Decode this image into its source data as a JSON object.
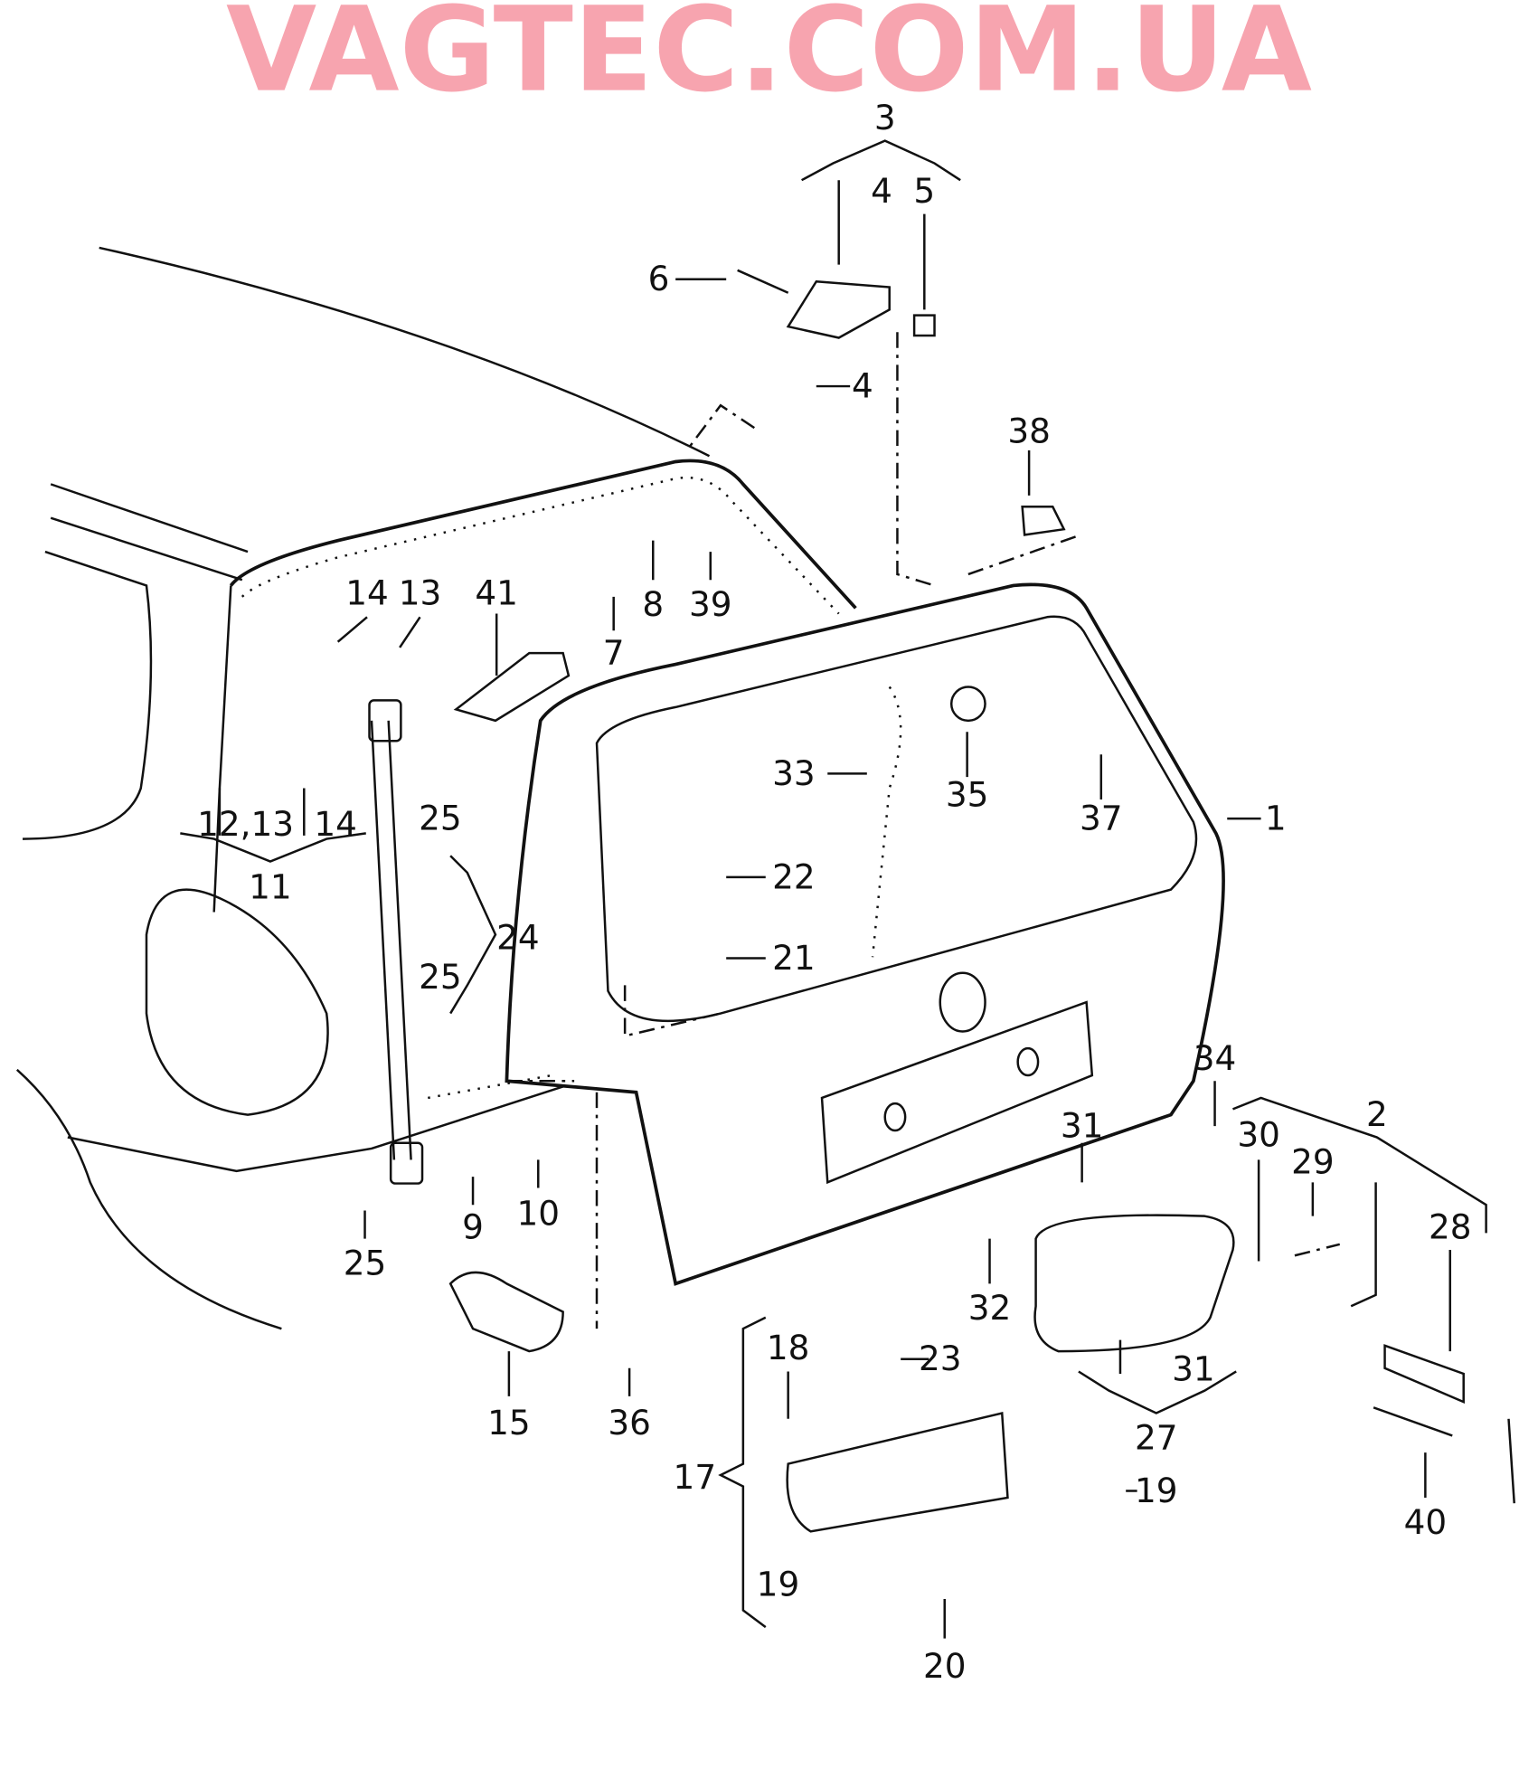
{
  "watermark": "VAGTEC.COM.UA",
  "colors": {
    "watermark": "#f25a6e",
    "line": "#111111"
  },
  "callouts": [
    "3",
    "4",
    "5",
    "6",
    "4",
    "38",
    "8",
    "39",
    "7",
    "14",
    "13",
    "41",
    "12,13",
    "14",
    "11",
    "25",
    "33",
    "35",
    "37",
    "1",
    "22",
    "24",
    "25",
    "21",
    "34",
    "31",
    "30",
    "2",
    "29",
    "28",
    "9",
    "10",
    "25",
    "32",
    "23",
    "31",
    "27",
    "15",
    "36",
    "18",
    "17",
    "19",
    "19",
    "40",
    "20"
  ]
}
